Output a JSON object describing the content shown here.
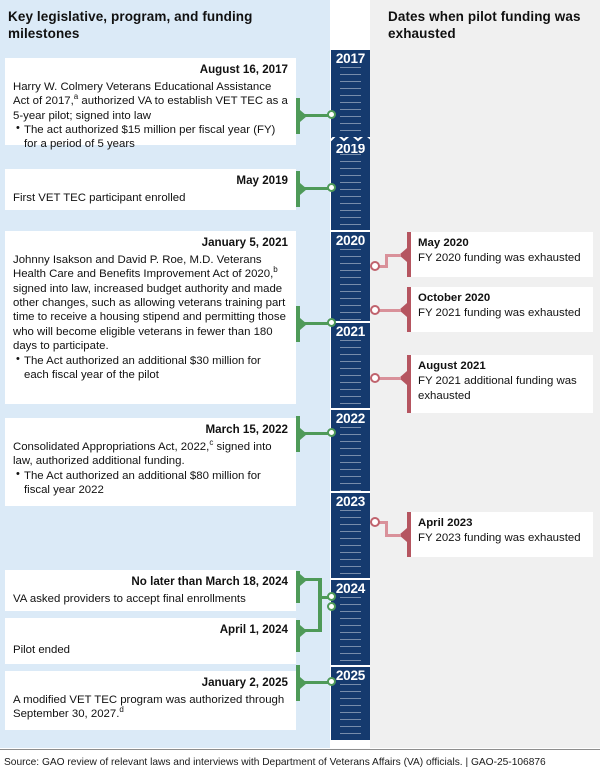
{
  "headers": {
    "left": "Key legislative, program, and funding milestones",
    "right": "Dates when pilot funding was exhausted"
  },
  "colors": {
    "timeline_navy": "#153a6e",
    "left_panel": "#dbeaf7",
    "right_panel": "#f0f0f0",
    "green_connector": "#4e9a58",
    "red_connector": "#b55560"
  },
  "timeline_years": [
    {
      "label": "2017"
    },
    {
      "label": "2019"
    },
    {
      "label": "2020"
    },
    {
      "label": "2021"
    },
    {
      "label": "2022"
    },
    {
      "label": "2023"
    },
    {
      "label": "2024"
    },
    {
      "label": "2025"
    }
  ],
  "milestones": [
    {
      "date": "August 16, 2017",
      "body": "Harry W. Colmery Veterans Educational Assistance Act of 2017,",
      "footnote": "a",
      "body_cont": " authorized VA to establish VET TEC as a 5-year pilot; signed into law",
      "bullets": [
        "The act authorized $15 million per fiscal year (FY) for a period of 5 years"
      ]
    },
    {
      "date": "May 2019",
      "body": "First VET TEC participant enrolled",
      "footnote": "",
      "body_cont": "",
      "bullets": []
    },
    {
      "date": "January 5, 2021",
      "body": "Johnny Isakson and David P. Roe, M.D. Veterans Health Care and Benefits Improvement Act of 2020,",
      "footnote": "b",
      "body_cont": " signed into law, increased budget authority and made other changes, such as allowing veterans training part time to receive a housing stipend and permitting those who will become eligible veterans in fewer than 180 days to participate.",
      "bullets": [
        "The Act authorized an additional $30 million for each fiscal year of the pilot"
      ]
    },
    {
      "date": "March 15, 2022",
      "body": "Consolidated Appropriations Act, 2022,",
      "footnote": "c",
      "body_cont": " signed into law, authorized additional funding.",
      "bullets": [
        "The Act authorized an additional $80 million for fiscal year 2022"
      ]
    },
    {
      "date": "No later than March 18, 2024",
      "body": "VA asked providers to accept final enrollments",
      "footnote": "",
      "body_cont": "",
      "bullets": []
    },
    {
      "date": "April 1, 2024",
      "body": "Pilot ended",
      "footnote": "",
      "body_cont": "",
      "bullets": []
    },
    {
      "date": "January 2, 2025",
      "body": "A modified VET TEC program was authorized through September 30, 2027.",
      "footnote": "d",
      "body_cont": "",
      "bullets": []
    }
  ],
  "funding_exhausted": [
    {
      "title": "May 2020",
      "text": "FY 2020 funding was exhausted"
    },
    {
      "title": "October 2020",
      "text": "FY 2021 funding was exhausted"
    },
    {
      "title": "August 2021",
      "text": "FY 2021 additional funding was exhausted"
    },
    {
      "title": "April 2023",
      "text": "FY 2023 funding was exhausted"
    }
  ],
  "footer": {
    "source": "Source: GAO review of relevant laws and interviews with Department of Veterans Affairs (VA) officials.  |  GAO-25-106876"
  }
}
